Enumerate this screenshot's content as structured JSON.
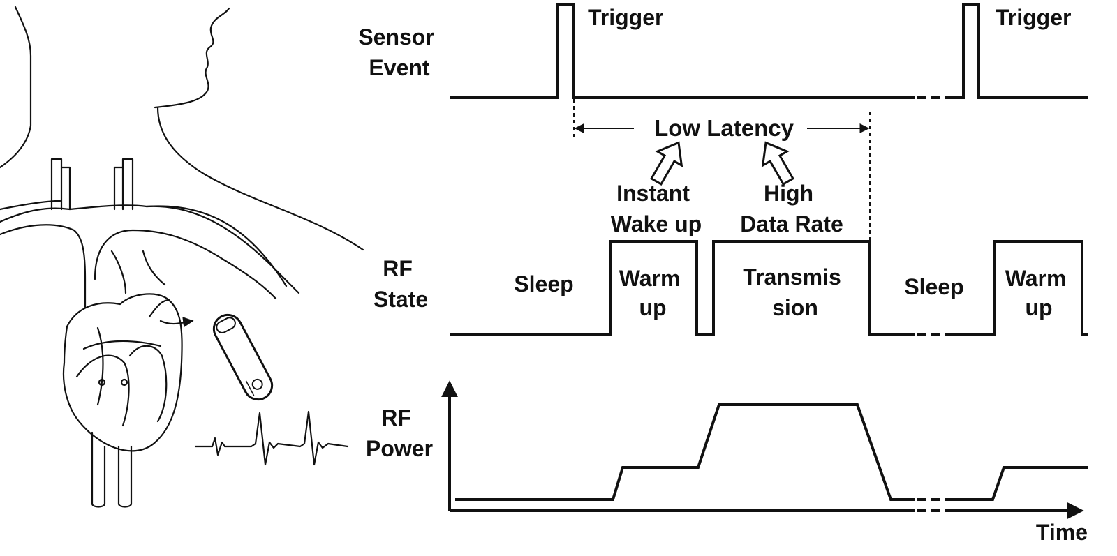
{
  "labels": {
    "sensor_event": [
      "Sensor",
      "Event"
    ],
    "rf_state": [
      "RF",
      "State"
    ],
    "rf_power": [
      "RF",
      "Power"
    ],
    "trigger_1": "Trigger",
    "trigger_2": "Trigger",
    "low_latency": "Low Latency",
    "instant_wake_up": [
      "Instant",
      "Wake up"
    ],
    "high_data_rate": [
      "High",
      "Data Rate"
    ],
    "time_axis": "Time"
  },
  "states": [
    {
      "label": [
        "Sleep"
      ]
    },
    {
      "label": [
        "Warm",
        "up"
      ]
    },
    {
      "label": [
        "Transmis",
        "sion"
      ]
    },
    {
      "label": [
        "Sleep"
      ]
    },
    {
      "label": [
        "Warm",
        "up"
      ]
    }
  ],
  "colors": {
    "stroke": "#111111",
    "background": "#ffffff"
  },
  "icons": {
    "anatomy": "heart-and-torso-outline",
    "implant": "implantable-monitor-device",
    "ecg": "ecg-trace",
    "arrows": "hollow-up-arrow"
  }
}
